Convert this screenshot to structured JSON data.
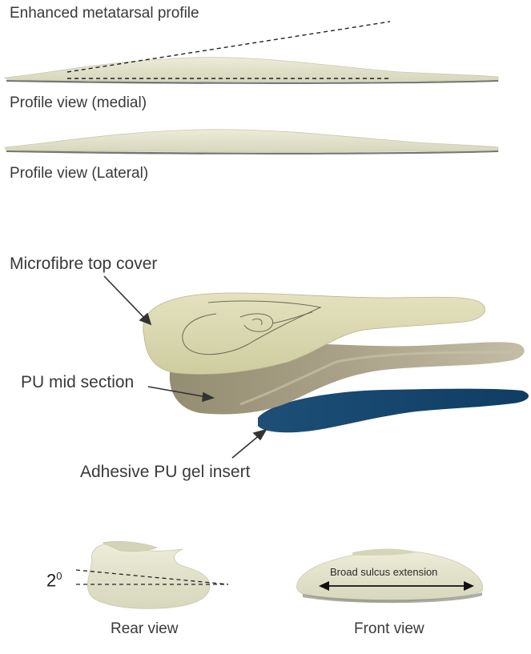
{
  "labels": {
    "enhanced_profile": "Enhanced metatarsal profile",
    "profile_medial": "Profile view (medial)",
    "profile_lateral": "Profile view (Lateral)",
    "microfibre": "Microfibre top cover",
    "pu_mid": "PU mid section",
    "gel_insert": "Adhesive PU gel insert",
    "degree_value": "2",
    "degree_symbol": "0",
    "broad_sulcus": "Broad sulcus extension",
    "rear_view": "Rear view",
    "front_view": "Front view"
  },
  "colors": {
    "insole_cream": "#e2e2c8",
    "top_cover": "#d6d4aa",
    "mid_section": "#a39b80",
    "gel_insert": "#17456a",
    "shadow": "#6a6a60",
    "text": "#3a3a3a"
  }
}
